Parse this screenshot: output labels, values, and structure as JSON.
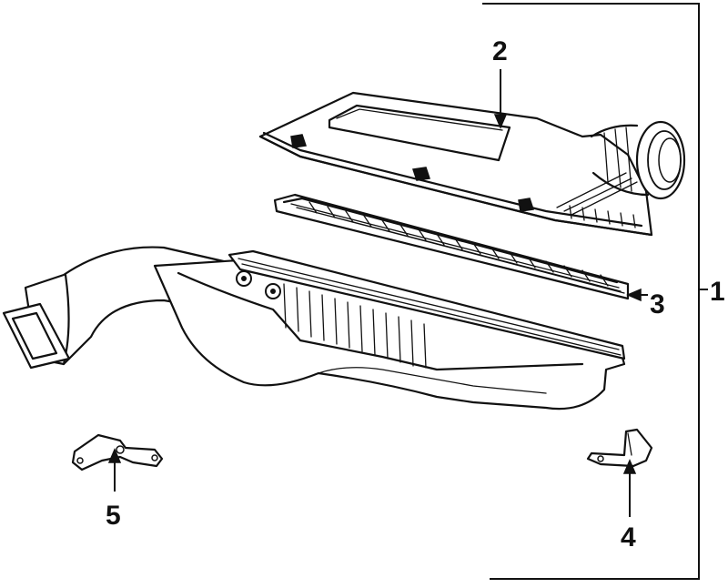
{
  "callouts": [
    {
      "id": "1",
      "label": "1"
    },
    {
      "id": "2",
      "label": "2"
    },
    {
      "id": "3",
      "label": "3"
    },
    {
      "id": "4",
      "label": "4"
    },
    {
      "id": "5",
      "label": "5"
    }
  ],
  "parts": [
    "air-cleaner-assembly",
    "upper-housing-cover",
    "air-filter-element",
    "bracket-right",
    "bracket-left"
  ]
}
